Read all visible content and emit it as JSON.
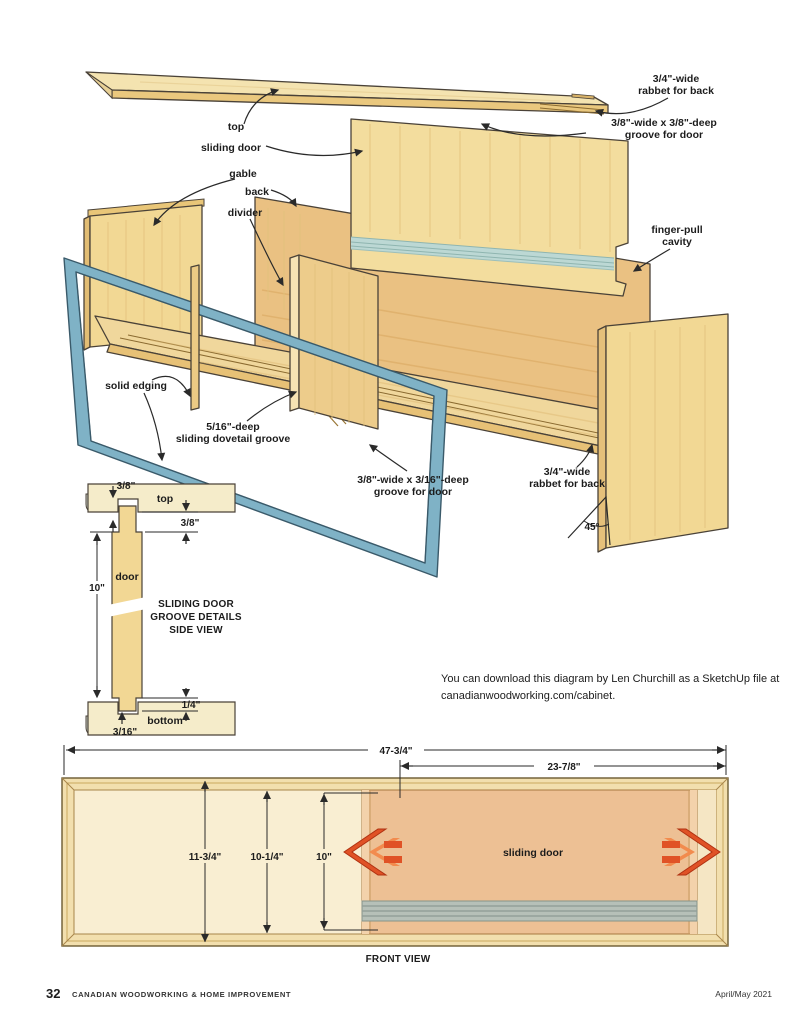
{
  "exploded": {
    "labels": {
      "top": "top",
      "sliding_door": "sliding door",
      "gable": "gable",
      "back": "back",
      "divider": "divider",
      "solid_edging": "solid edging"
    },
    "callouts": {
      "rabbet_top_1": "3/4\"-wide",
      "rabbet_top_2": "rabbet for back",
      "groove_top_1": "3/8\"-wide x 3/8\"-deep",
      "groove_top_2": "groove for door",
      "finger_pull_1": "finger-pull",
      "finger_pull_2": "cavity",
      "dovetail_1": "5/16\"-deep",
      "dovetail_2": "sliding dovetail groove",
      "groove_bottom_1": "3/8\"-wide x 3/16\"-deep",
      "groove_bottom_2": "groove for door",
      "rabbet_bottom_1": "3/4\"-wide",
      "rabbet_bottom_2": "rabbet for back",
      "angle": "45°"
    }
  },
  "side_view": {
    "title_1": "SLIDING DOOR",
    "title_2": "GROOVE DETAILS",
    "title_3": "SIDE VIEW",
    "labels": {
      "top": "top",
      "door": "door",
      "bottom": "bottom"
    },
    "dims": {
      "groove_top_depth": "3/8\"",
      "door_top_engagement": "3/8\"",
      "door_height": "10\"",
      "bottom_gap": "1/4\"",
      "groove_bottom_depth": "3/16\""
    }
  },
  "attribution": {
    "line1": "You can download this diagram by Len Churchill as a SketchUp file at",
    "line2": "canadianwoodworking.com/cabinet."
  },
  "front_view": {
    "caption": "FRONT VIEW",
    "door_label": "sliding door",
    "dims": {
      "overall_width": "47-3/4\"",
      "door_width": "23-7/8\"",
      "interior_height": "11-3/4\"",
      "opening_height": "10-1/4\"",
      "door_height": "10\""
    }
  },
  "footer": {
    "page_number": "32",
    "magazine_title": "CANADIAN WOODWORKING & HOME IMPROVEMENT",
    "issue_date": "April/May 2021"
  },
  "colors": {
    "wood_light": "#f4e2ae",
    "wood_mid": "#eccf8f",
    "wood_dark": "#e2b970",
    "door_front_view": "#edc094",
    "edging_blue": "#7fb2c6",
    "track_teal": "#bcd8d4",
    "arrow_red": "#e05226",
    "arrow_red_dark": "#b03212",
    "arrow_red_light": "#f28b4e",
    "outline": "#4a4238"
  }
}
